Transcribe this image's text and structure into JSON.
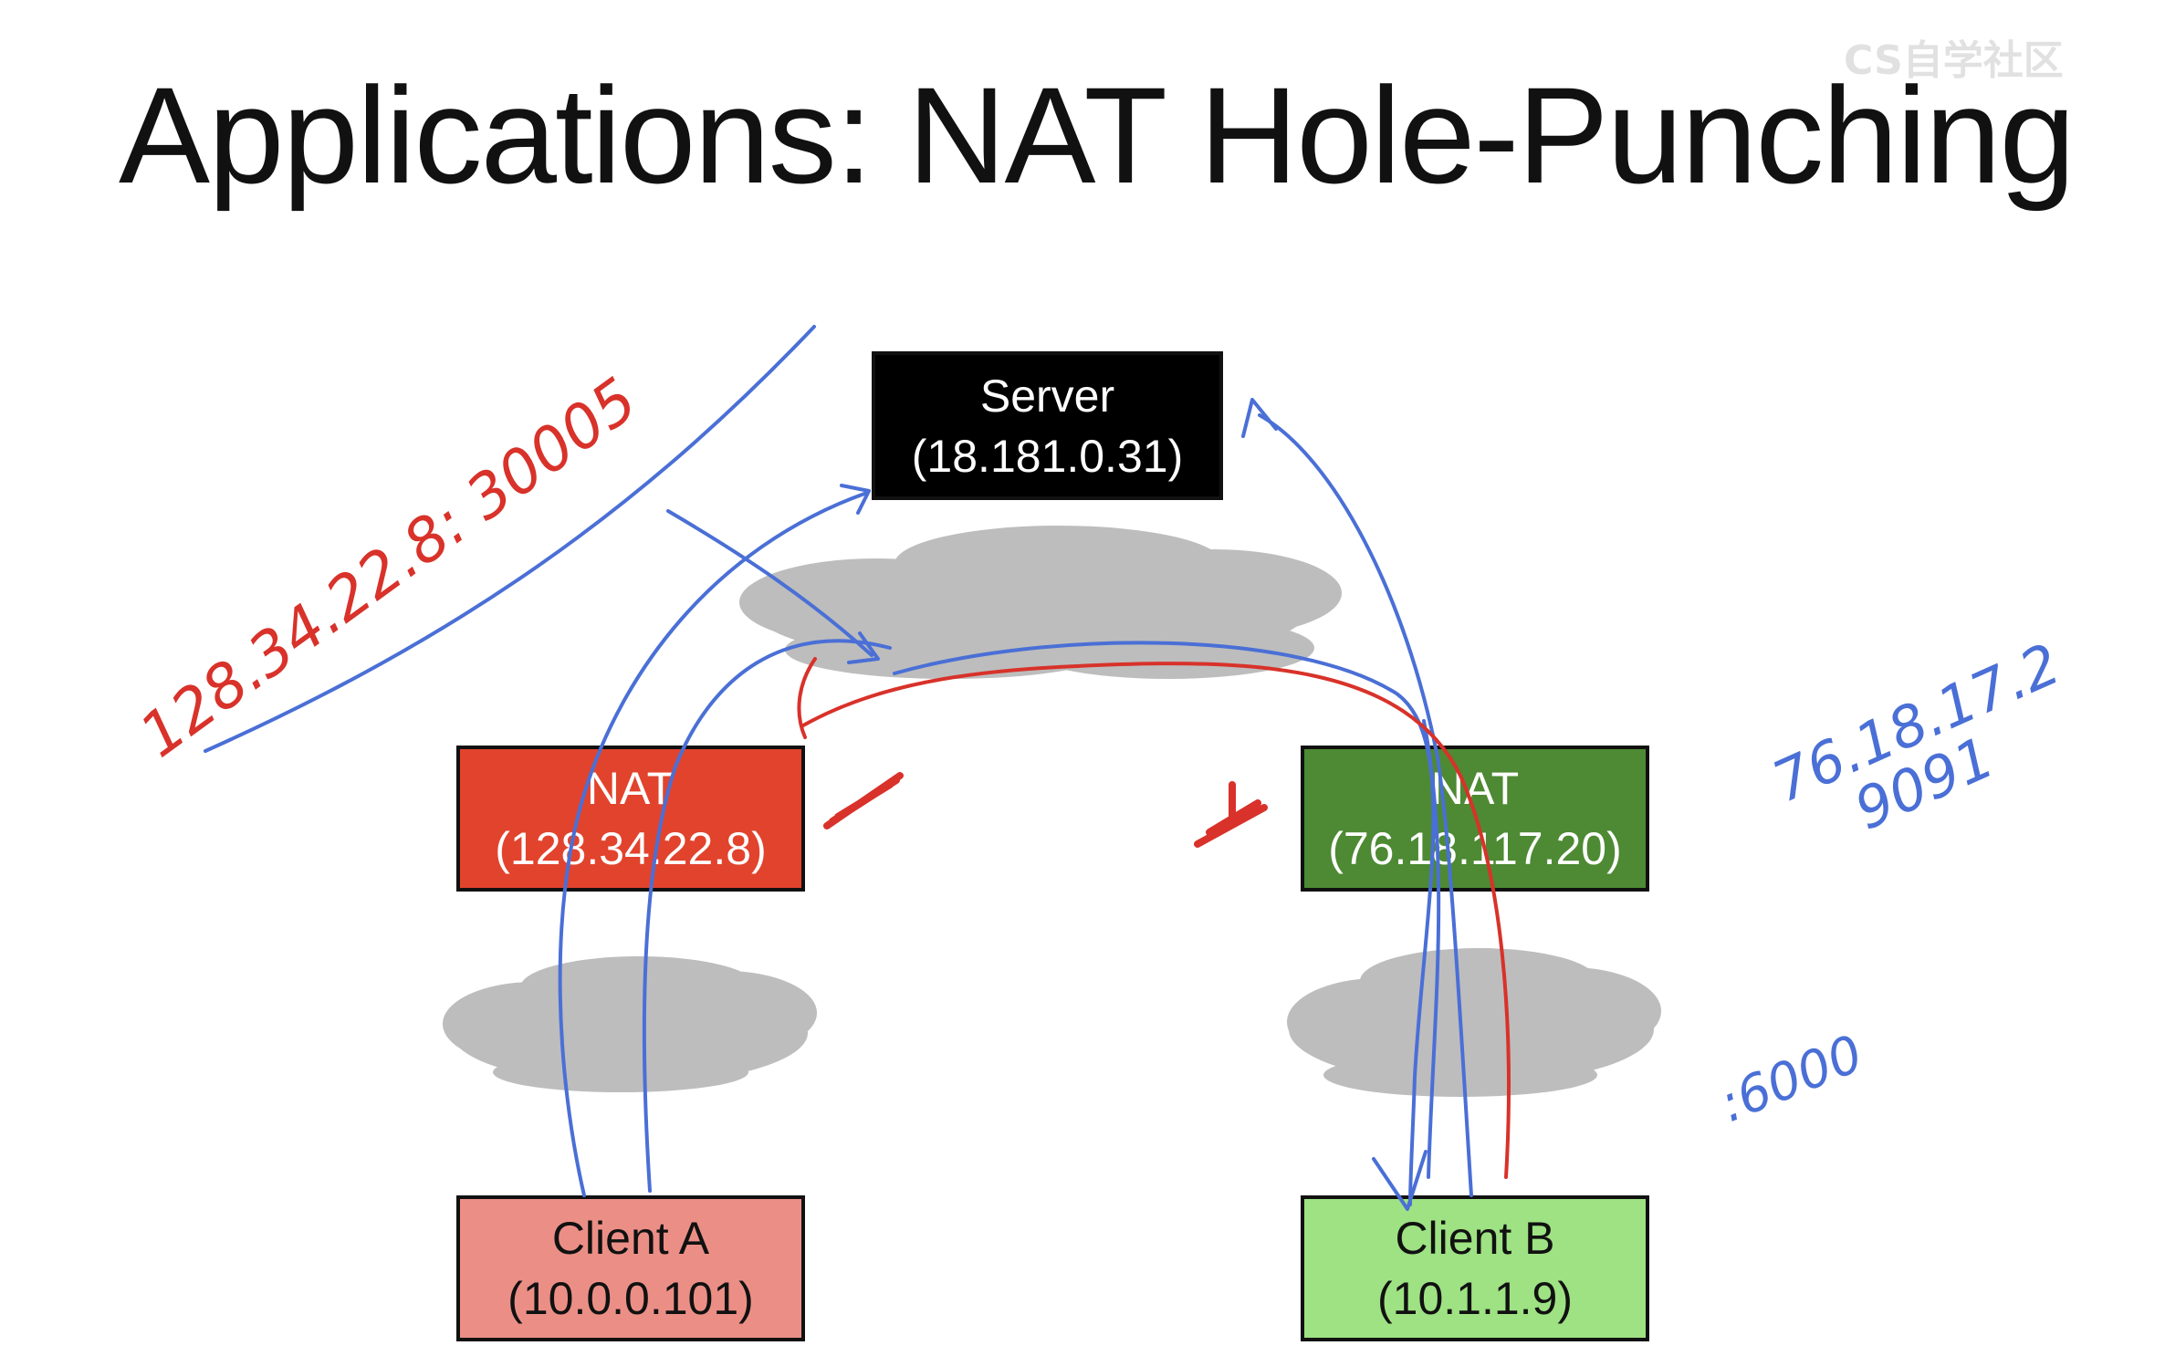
{
  "slide": {
    "title": "Applications: NAT Hole-Punching",
    "watermark": "CS自学社区"
  },
  "nodes": {
    "server": {
      "name": "Server",
      "ip": "(18.181.0.31)",
      "color": "#000000"
    },
    "nat_a": {
      "name": "NAT",
      "ip": "(128.34.22.8)",
      "color": "#e2432d"
    },
    "nat_b": {
      "name": "NAT",
      "ip": "(76.18.117.20)",
      "color": "#4d8a33"
    },
    "client_a": {
      "name": "Client A",
      "ip": "(10.0.0.101)",
      "color": "#eb8f86"
    },
    "client_b": {
      "name": "Client B",
      "ip": "(10.1.1.9)",
      "color": "#9ee283"
    }
  },
  "annotations": {
    "nat_a_mapping": "128.34.22.8: 30005",
    "nat_b_mapping_line1": "76.18.17.2",
    "nat_b_mapping_line2": "9091",
    "client_b_port": ":6000"
  },
  "colors": {
    "ink_blue": "#4a6fd6",
    "ink_red": "#d8322a",
    "cloud": "#bdbdbd"
  }
}
